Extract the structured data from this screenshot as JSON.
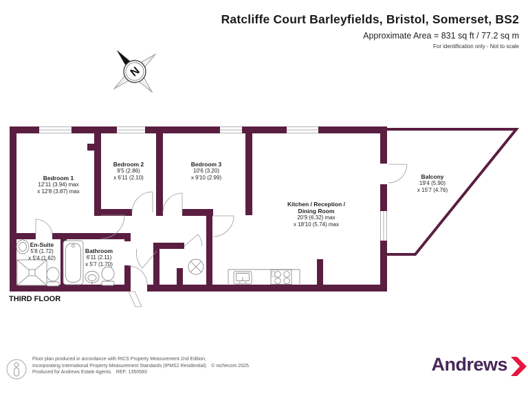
{
  "header": {
    "title": "Ratcliffe Court Barleyfields, Bristol, Somerset, BS2",
    "area_line": "Approximate Area = 831 sq ft / 77.2 sq m",
    "disclaimer": "For identification only - Not to scale"
  },
  "compass": {
    "north_label": "N"
  },
  "floor": {
    "label": "THIRD FLOOR"
  },
  "rooms": [
    {
      "id": "bedroom-1",
      "name": "Bedroom 1",
      "dim1": "12'11 (3.94) max",
      "dim2": "x 12'8 (3.87) max"
    },
    {
      "id": "bedroom-2",
      "name": "Bedroom 2",
      "dim1": "9'5 (2.86)",
      "dim2": "x 6'11 (2.10)"
    },
    {
      "id": "bedroom-3",
      "name": "Bedroom 3",
      "dim1": "10'6 (3.20)",
      "dim2": "x 9'10 (2.99)"
    },
    {
      "id": "kitchen",
      "name": "Kitchen / Reception /",
      "name2": "Dining Room",
      "dim1": "20'9 (6.32) max",
      "dim2": "x 18'10 (5.74) max"
    },
    {
      "id": "balcony",
      "name": "Balcony",
      "dim1": "19'4 (5.90)",
      "dim2": "x 15'7 (4.76)"
    },
    {
      "id": "en-suite",
      "name": "En-Suite",
      "dim1": "5'8 (1.72)",
      "dim2": "x 5'4 (1.62)"
    },
    {
      "id": "bathroom",
      "name": "Bathroom",
      "dim1": "6'11 (2.11)",
      "dim2": "x 5'7 (1.70)"
    }
  ],
  "footer": {
    "line1": "Floor plan produced in accordance with RICS Property Measurement 2nd Edition,",
    "line2": "Incorporating International Property Measurement Standards (IPMS2 Residential).   © nichecom 2025.",
    "line3": "Produced for Andrews Estate Agents.   REF: 1350583",
    "brand": "Andrews"
  },
  "colors": {
    "wall": "#5a1e41",
    "brand_purple": "#472858",
    "brand_red": "#e5173f",
    "fixture_gray": "#8f8f8f"
  }
}
